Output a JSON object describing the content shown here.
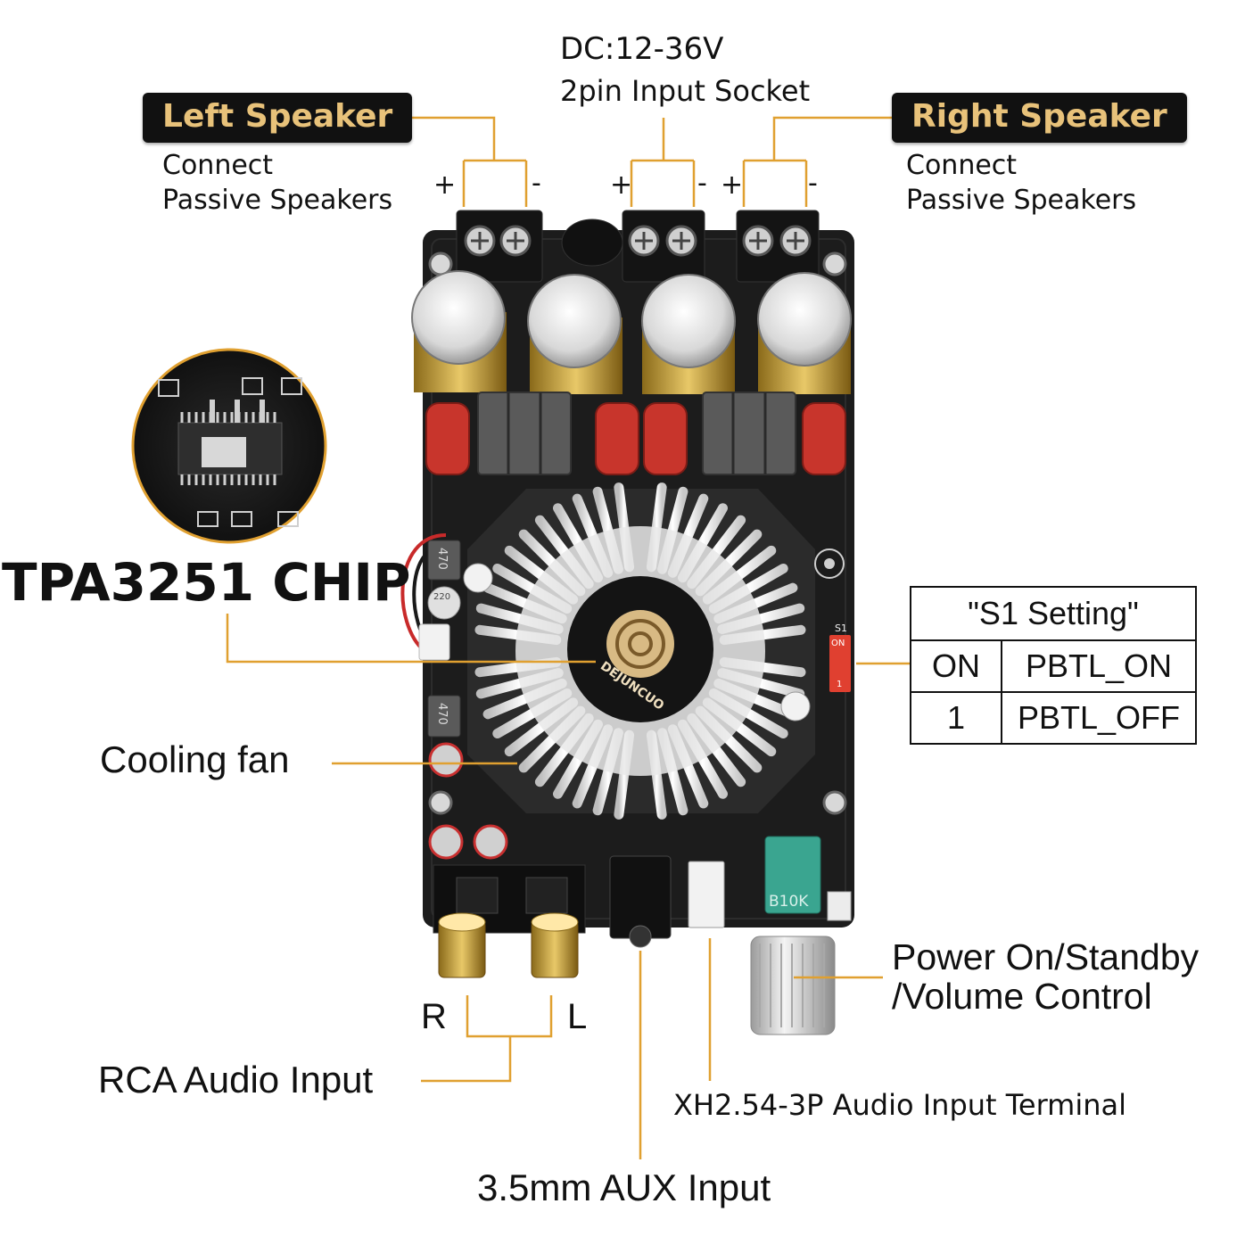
{
  "labels": {
    "dc_input": "DC:12-36V",
    "dc_socket": "2pin Input Socket",
    "left_speaker": "Left Speaker",
    "right_speaker": "Right Speaker",
    "left_connect_1": "Connect",
    "left_connect_2": "Passive Speakers",
    "right_connect_1": "Connect",
    "right_connect_2": "Passive Speakers",
    "plus": "+",
    "minus": "-",
    "chip": "TPA3251 CHIP",
    "cooling_fan": "Cooling fan",
    "power_line_1": "Power On/Standby",
    "power_line_2": "/Volume Control",
    "rca_r": "R",
    "rca_l": "L",
    "rca_input": "RCA Audio Input",
    "xh_terminal": "XH2.54-3P Audio Input Terminal",
    "aux_input": "3.5mm AUX Input"
  },
  "s1_table": {
    "title": "\"S1 Setting\"",
    "rows": [
      {
        "switch": "ON",
        "mode": "PBTL_ON"
      },
      {
        "switch": "1",
        "mode": "PBTL_OFF"
      }
    ]
  },
  "board_marks": {
    "cap_470_a": "470",
    "cap_470_b": "470",
    "cap_220": "220",
    "pot": "B10K",
    "s1": "S1",
    "s1_on": "ON",
    "s1_1": "1",
    "brand": "DEJUNCUO"
  },
  "colors": {
    "leader_line": "#e0a030",
    "badge_bg": "#111111",
    "badge_text": "#e8c27a",
    "pcb": "#1c1c1c",
    "terminal_green": "#3aa590",
    "film_cap_red": "#c8352c"
  }
}
